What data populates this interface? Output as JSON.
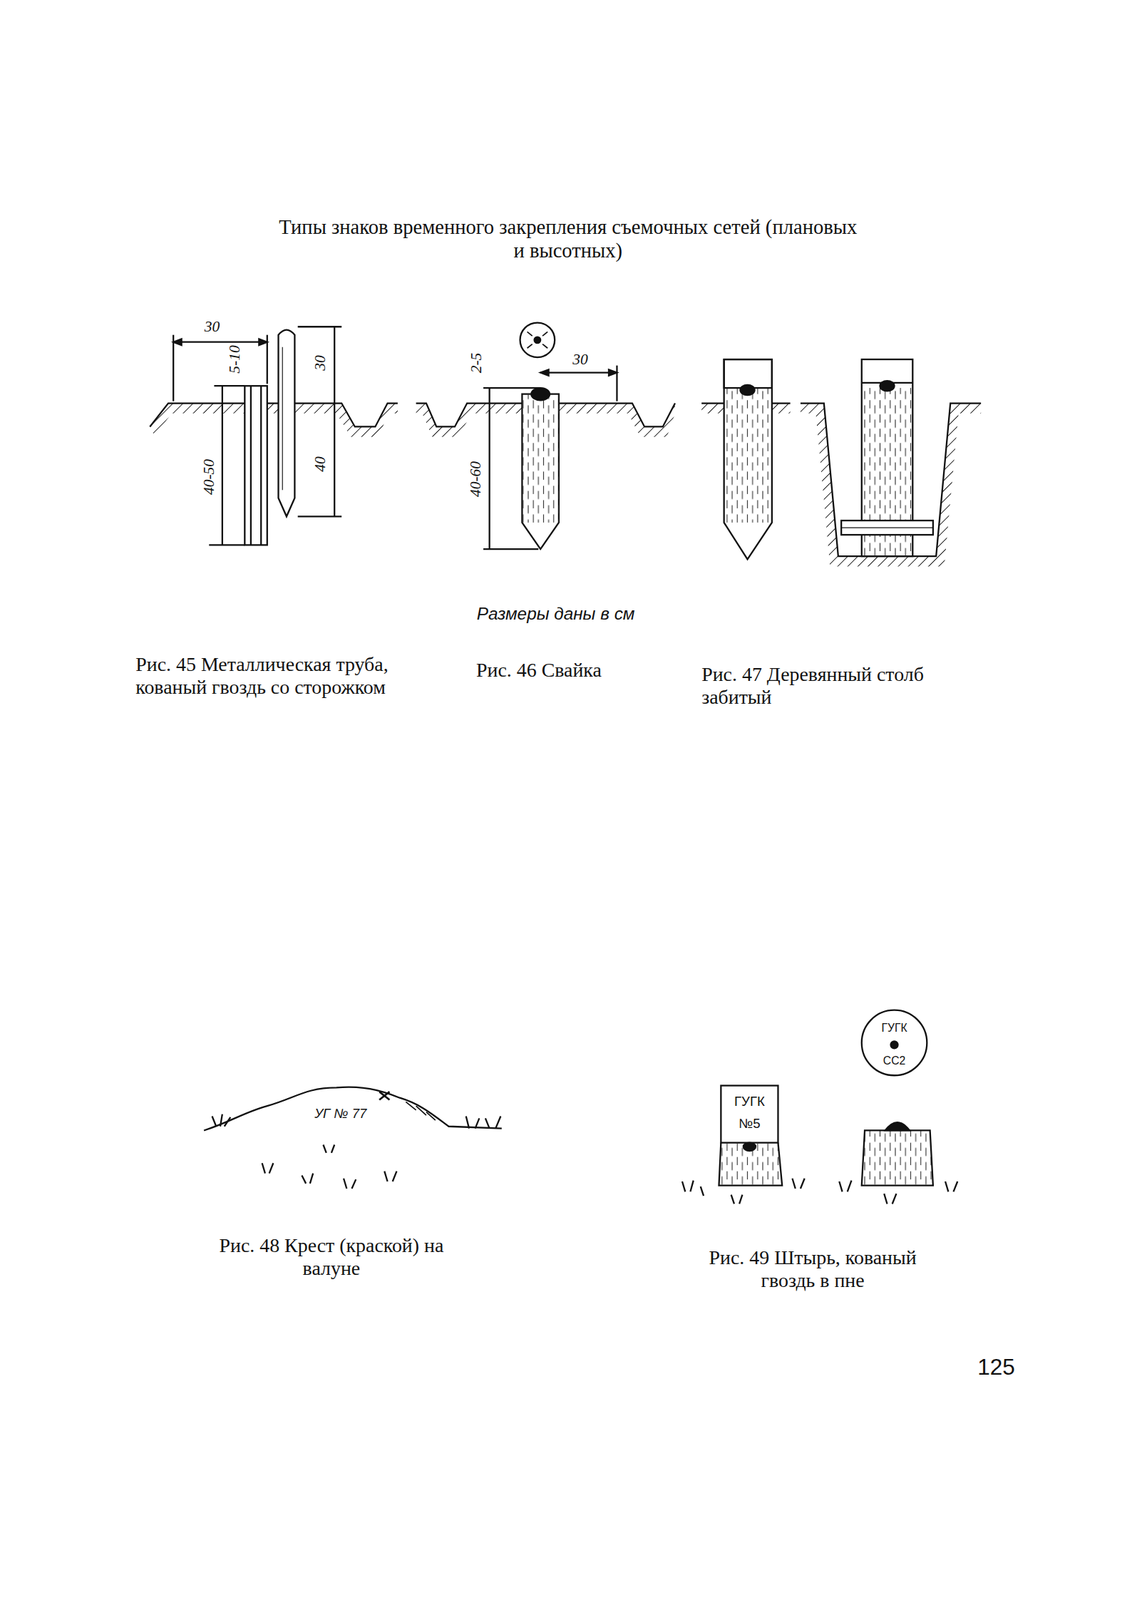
{
  "diagram": {
    "title": "Типы знаков временного закрепления съемочных сетей (плановых и высотных)",
    "labels": [
      "30",
      "5-10",
      "40-50",
      "30",
      "40",
      "2-5",
      "40-60",
      "30",
      "Размеры даны в см",
      "Рис. 45 Металлическая труба, кованый гвоздь со сторожком",
      "Рис. 46 Свайка",
      "Рис. 47 Деревянный столб забитый",
      "УГ № 77",
      "ГУГК",
      "№5",
      "ГУГК",
      "СС2",
      "Рис. 48 Крест (краской) на валуне",
      "Рис. 49 Штырь, кованый гвоздь в пне",
      "125"
    ]
  }
}
